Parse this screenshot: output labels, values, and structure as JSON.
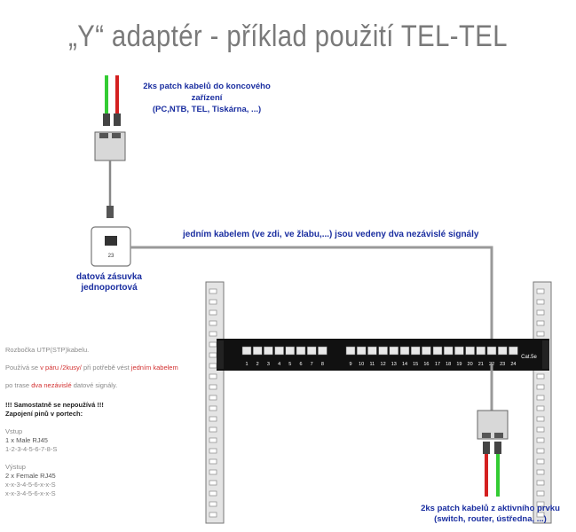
{
  "title": "„Y“ adaptér - příklad použití  TEL-TEL",
  "top_note": {
    "line1": "2ks patch kabelů do koncového zařízení",
    "line2": "(PC,NTB, TEL, Tiskárna, ...)"
  },
  "cable_note": "jedním kabelem (ve zdi, ve žlabu,...) jsou vedeny dva nezávislé signály",
  "socket": {
    "number": "23",
    "label_line1": "datová zásuvka",
    "label_line2": "jednoportová"
  },
  "panel": {
    "brand": "Cat.5e",
    "port_numbers": [
      "1",
      "2",
      "3",
      "4",
      "5",
      "6",
      "7",
      "8",
      "9",
      "10",
      "11",
      "12",
      "13",
      "14",
      "15",
      "16",
      "17",
      "18",
      "19",
      "20",
      "21",
      "22",
      "23",
      "24"
    ]
  },
  "bottom_note": {
    "line1": "2ks patch kabelů z aktivního prvku",
    "line2": "(switch, router, ústředna, ...)"
  },
  "description": {
    "line1": "Rozbočka UTP(STP)kabelu.",
    "line2_a": "Používá se ",
    "line2_b": "v páru  /2kusy/",
    "line2_c": " při potřebě vést ",
    "line2_d": "jedním kabelem",
    "line3_a": " po trase ",
    "line3_b": "dva nezávislé",
    "line3_c": " datové signály.",
    "warning": "!!! Samostatně se nepoužívá !!!",
    "pinout_title": "Zapojení pinů v portech:",
    "input_label": "Vstup",
    "input_type": "1 x Male RJ45",
    "input_pins": "1-2-3-4-5-6-7-8-S",
    "output_label": "Výstup",
    "output_type": "2 x Female RJ45",
    "output_pins_1": "x-x-3-4-5-6-x-x-S",
    "output_pins_2": "x-x-3-4-5-6-x-x-S"
  },
  "colors": {
    "title": "#7a7a7a",
    "label_blue": "#1a2ea0",
    "cable_green": "#33cc33",
    "cable_red": "#d42020",
    "highlight_red": "#d23030",
    "panel_black": "#111111"
  }
}
